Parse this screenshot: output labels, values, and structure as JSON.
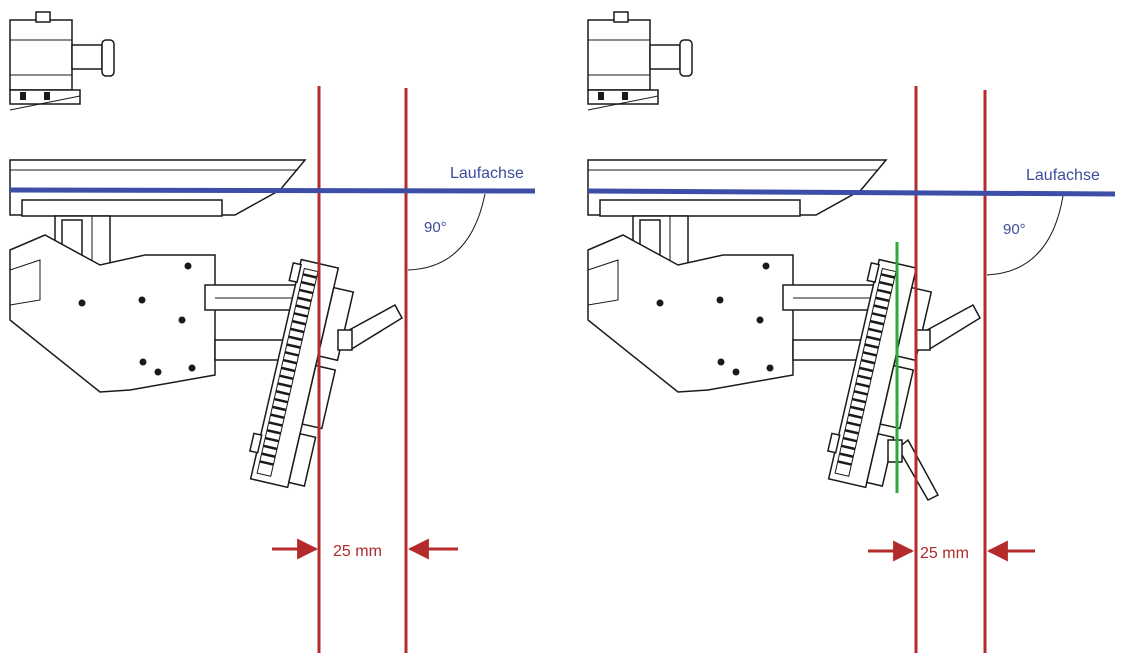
{
  "panels": [
    {
      "id": "left",
      "axis_label": "Laufachse",
      "angle_label": "90°",
      "dimension_label": "25 mm",
      "show_green_line": false
    },
    {
      "id": "right",
      "axis_label": "Laufachse",
      "angle_label": "90°",
      "dimension_label": "25 mm",
      "show_green_line": true
    }
  ],
  "colors": {
    "red_line": "#b52b2b",
    "blue_axis": "#3c4ea8",
    "green_line": "#2ea836",
    "drawing": "#1a1a1a"
  }
}
